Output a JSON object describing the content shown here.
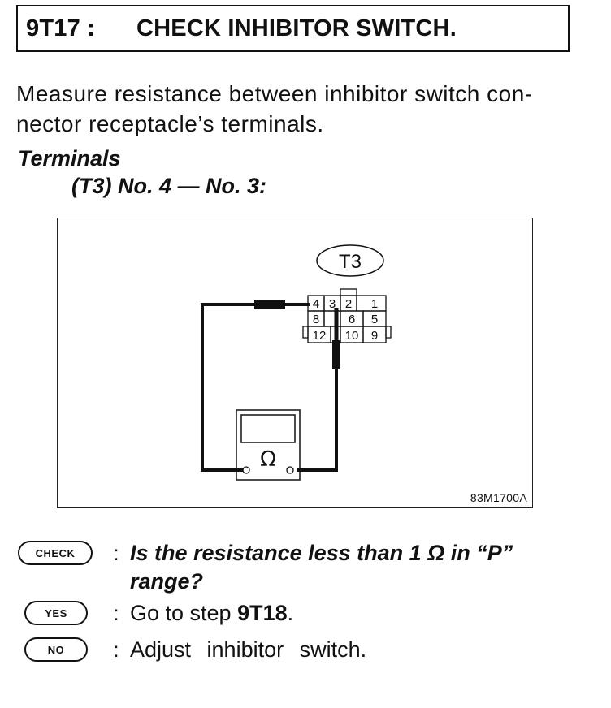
{
  "header": {
    "step_id": "9T17 :",
    "title": "CHECK INHIBITOR SWITCH."
  },
  "instruction": {
    "line1": "Measure resistance between inhibitor switch con-",
    "line2": "nector receptacle’s terminals."
  },
  "terminals": {
    "heading": "Terminals",
    "value": "(T3) No. 4 — No. 3:"
  },
  "figure": {
    "connector_label": "T3",
    "pins": [
      "4",
      "3",
      "2",
      "1",
      "8",
      "6",
      "5",
      "12",
      "10",
      "9"
    ],
    "meter_symbol": "Ω",
    "code": "83M1700A"
  },
  "check": {
    "badge": "CHECK",
    "colon": ":",
    "question_line1": "Is the resistance less than 1 Ω in “P”",
    "question_line2": "range?"
  },
  "yes": {
    "badge": "YES",
    "colon": ":",
    "text": "Go to step ",
    "target": "9T18",
    "end": "."
  },
  "no": {
    "badge": "NO",
    "colon": ":",
    "text": "Adjust inhibitor switch."
  }
}
